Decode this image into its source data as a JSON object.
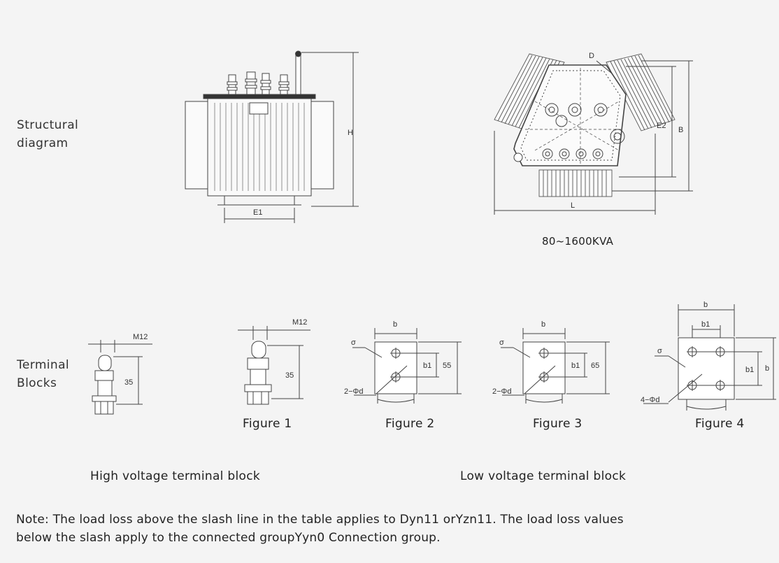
{
  "labels": {
    "structural": "Structural\ndiagram",
    "terminal": "Terminal\nBlocks"
  },
  "dims": {
    "H": "H",
    "E1": "E1",
    "D": "D",
    "E2": "E2",
    "B": "B",
    "L": "L",
    "m12": "M12",
    "v35": "35",
    "v55": "55",
    "v65": "65",
    "b": "b",
    "b1": "b1",
    "sigma": "σ",
    "two_phi_d": "2−Φd",
    "four_phi_d": "4−Φd"
  },
  "captions": {
    "range": "80~1600KVA",
    "fig1": "Figure 1",
    "fig2": "Figure 2",
    "fig3": "Figure 3",
    "fig4": "Figure 4",
    "hv": "High voltage terminal block",
    "lv": "Low voltage terminal block"
  },
  "note": {
    "line1": "Note: The load loss above the slash line in the table applies to Dyn11 orYzn11. The load loss values",
    "line2": "below the slash apply to the connected groupYyn0 Connection group."
  }
}
